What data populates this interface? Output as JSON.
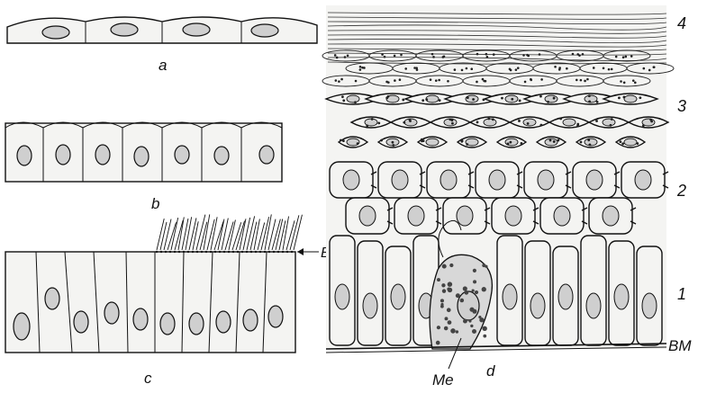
{
  "labels": {
    "panel_a": "a",
    "panel_b": "b",
    "panel_c": "c",
    "panel_d": "d",
    "brush_border": "B",
    "melanocyte": "Me",
    "basement_membrane": "BM",
    "layer_1": "1",
    "layer_2": "2",
    "layer_3": "3",
    "layer_4": "4"
  }
}
